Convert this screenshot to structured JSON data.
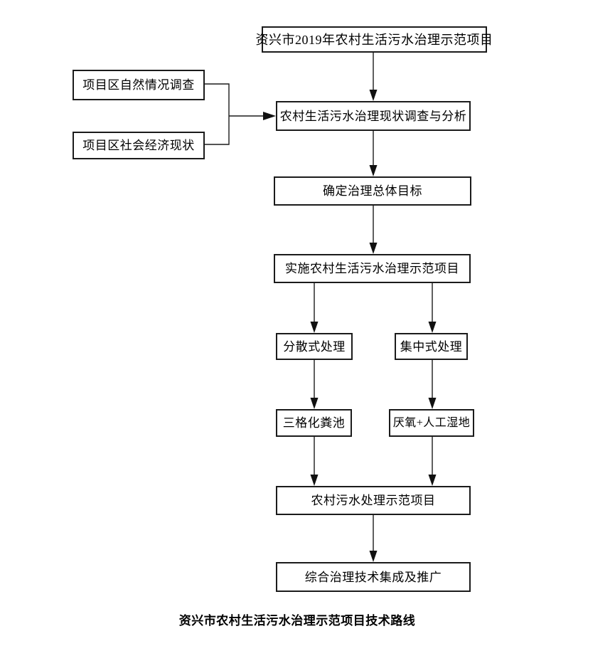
{
  "diagram": {
    "caption": "资兴市农村生活污水治理示范项目技术路线",
    "colors": {
      "line": "#1b1b1b",
      "background": "#ffffff",
      "text": "#000000"
    },
    "nodes": {
      "top": {
        "label": "资兴市2019年农村生活污水治理示范项目"
      },
      "natural": {
        "label": "项目区自然情况调查"
      },
      "social": {
        "label": "项目区社会经济现状"
      },
      "survey": {
        "label": "农村生活污水治理现状调查与分析"
      },
      "goal": {
        "label": "确定治理总体目标"
      },
      "implement": {
        "label": "实施农村生活污水治理示范项目"
      },
      "dispersed": {
        "label": "分散式处理"
      },
      "centralized": {
        "label": "集中式处理"
      },
      "septic": {
        "label": "三格化粪池"
      },
      "anaerobic": {
        "label": "厌氧+人工湿地"
      },
      "demo": {
        "label": "农村污水处理示范项目"
      },
      "promotion": {
        "label": "综合治理技术集成及推广"
      }
    },
    "edges": [
      "top->survey",
      "natural->survey",
      "social->survey",
      "survey->goal",
      "goal->implement",
      "implement->dispersed",
      "implement->centralized",
      "dispersed->septic",
      "centralized->anaerobic",
      "septic->demo",
      "anaerobic->demo",
      "demo->promotion"
    ]
  }
}
